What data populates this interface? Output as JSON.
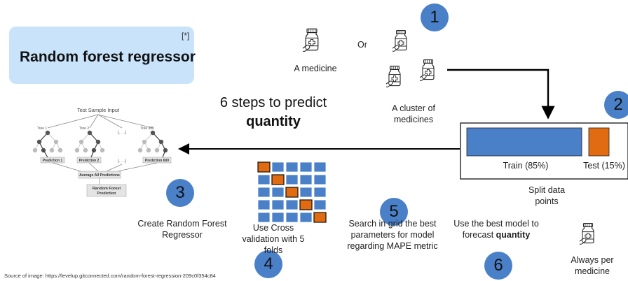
{
  "title": {
    "text": "Random forest regressor",
    "tag": "[*]"
  },
  "headline": {
    "line1": "6 steps to predict",
    "line2": "quantity"
  },
  "steps": [
    {
      "number": "1"
    },
    {
      "number": "2"
    },
    {
      "number": "3",
      "label": "Create Random Forest Regressor"
    },
    {
      "number": "4",
      "label": "Use Cross validation with 5 folds"
    },
    {
      "number": "5",
      "label": "Search in grid the best parameters for model regarding MAPE metric"
    },
    {
      "number": "6",
      "label_pre": "Use the best model to forecast ",
      "label_bold": "quantity"
    }
  ],
  "medicine": {
    "single": "A medicine",
    "or": "Or",
    "cluster_line1": "A cluster of",
    "cluster_line2": "medicines",
    "always_line1": "Always per",
    "always_line2": "medicine"
  },
  "split": {
    "train_label": "Train (85%)",
    "test_label": "Test (15%)",
    "train_fraction": 0.85,
    "test_fraction": 0.15,
    "caption_line1": "Split data",
    "caption_line2": "points"
  },
  "forest": {
    "input": "Test Sample Input",
    "tree1": "Tree 1",
    "tree2": "Tree 2",
    "tree600": "Tree 600",
    "ellipsis": "(. . .)",
    "pred1": "Prediction 1",
    "pred2": "Prediction 2",
    "pred600": "Prediction 600",
    "average": "Average All Predictions",
    "final_line1": "Random Forest",
    "final_line2": "Prediction"
  },
  "source": "Source of image: https://levelup.gitconnected.com/random-forest-regression-209c0f354c84",
  "colors": {
    "blue": "#4a80c8",
    "orange": "#e06b10",
    "title_bg": "#c9e3fb"
  }
}
